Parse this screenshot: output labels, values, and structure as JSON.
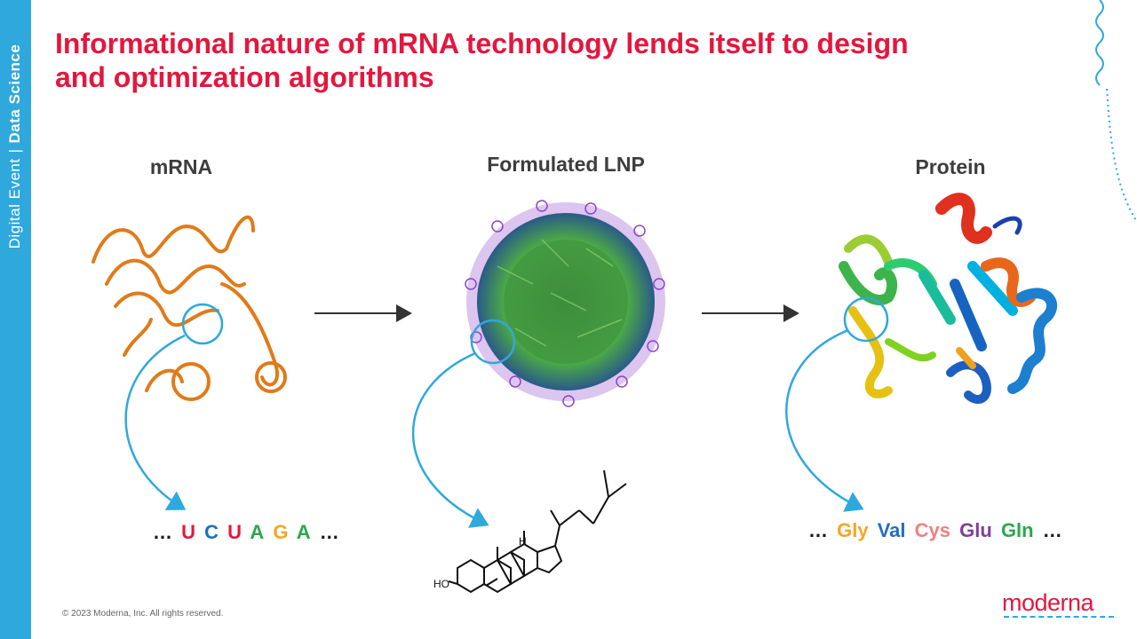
{
  "sidebar": {
    "text_light": "Digital Event",
    "separator": "|",
    "text_bold": "Data Science"
  },
  "title": "Informational nature of mRNA technology lends itself to design and optimization algorithms",
  "columns": {
    "mrna": {
      "label": "mRNA",
      "sequence_prefix": "…",
      "sequence": [
        {
          "text": "U",
          "color": "#e3173e"
        },
        {
          "text": "C",
          "color": "#1f6fc0"
        },
        {
          "text": "U",
          "color": "#e3173e"
        },
        {
          "text": "A",
          "color": "#2aa84a"
        },
        {
          "text": "G",
          "color": "#f5a623"
        },
        {
          "text": "A",
          "color": "#2aa84a"
        }
      ],
      "sequence_suffix": "…"
    },
    "lnp": {
      "label": "Formulated LNP",
      "structure_label_ho": "HO",
      "structure_label_h": "H"
    },
    "protein": {
      "label": "Protein",
      "sequence_prefix": "…",
      "sequence": [
        {
          "text": "Gly",
          "color": "#f5a623"
        },
        {
          "text": "Val",
          "color": "#1f6fc0"
        },
        {
          "text": "Cys",
          "color": "#f08080"
        },
        {
          "text": "Glu",
          "color": "#7b3fa0"
        },
        {
          "text": "Gln",
          "color": "#2aa84a"
        }
      ],
      "sequence_suffix": "…"
    }
  },
  "footer": {
    "copyright": "© 2023 Moderna, Inc. All rights reserved.",
    "logo": "moderna"
  },
  "colors": {
    "accent_red": "#e3173e",
    "accent_blue": "#2fa8de",
    "text_dark": "#3d3d3d"
  }
}
